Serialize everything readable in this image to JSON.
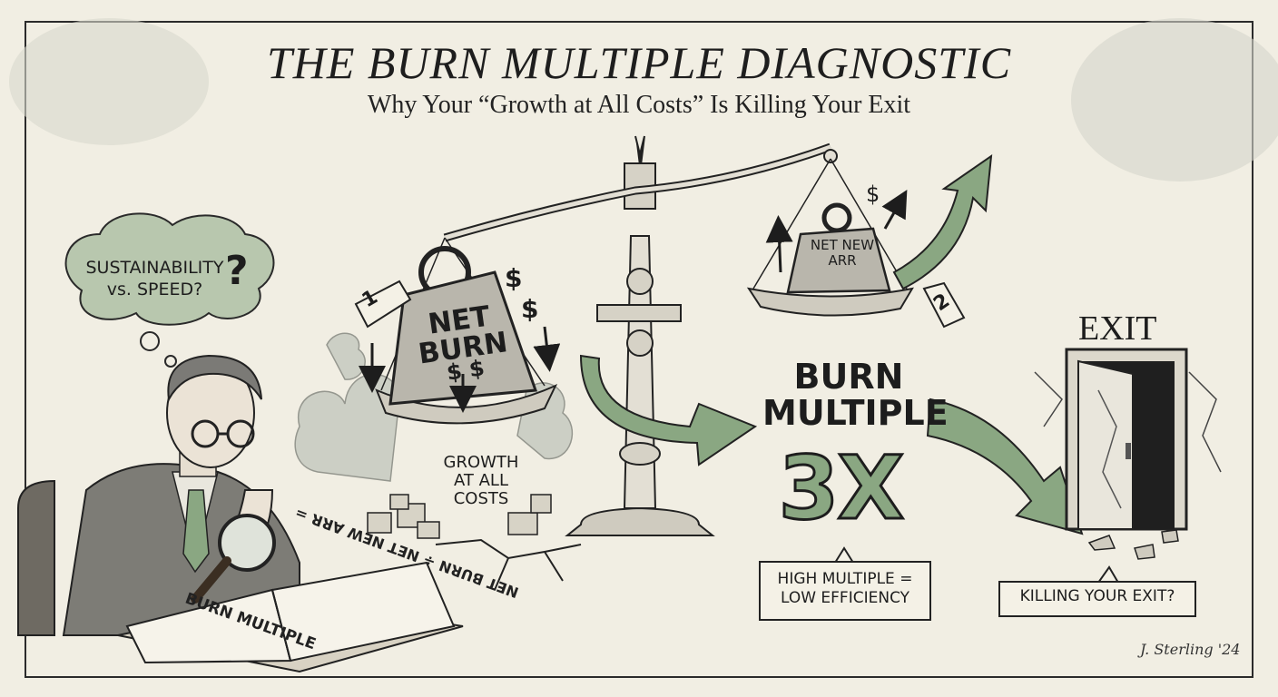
{
  "header": {
    "title": "THE BURN MULTIPLE DIAGNOSTIC",
    "subtitle": "Why Your “Growth at All Costs” Is Killing Your Exit"
  },
  "thought_bubble": {
    "text": "SUSTAINABILITY vs. SPEED?",
    "mark": "?"
  },
  "scale": {
    "left_weight": {
      "label": "NET BURN",
      "symbols": "$ $",
      "tag": "1"
    },
    "right_weight": {
      "label": "NET NEW ARR",
      "tag": "2"
    },
    "smoke_label": "GROWTH AT ALL COSTS",
    "dollar_sign": "$"
  },
  "result": {
    "label": "BURN MULTIPLE",
    "value": "3X",
    "callout": "HIGH MULTIPLE = LOW EFFICIENCY"
  },
  "exit": {
    "sign": "EXIT",
    "callout": "KILLING YOUR EXIT?"
  },
  "book": {
    "left_page": "BURN MULTIPLE",
    "right_page": "NET BURN ÷ NET NEW ARR ="
  },
  "signature": "J. Sterling '24",
  "colors": {
    "paper": "#f1eee3",
    "ink": "#1d1d1d",
    "sage_green": "#8aa782",
    "smoke_gray": "#c9ccc2"
  }
}
